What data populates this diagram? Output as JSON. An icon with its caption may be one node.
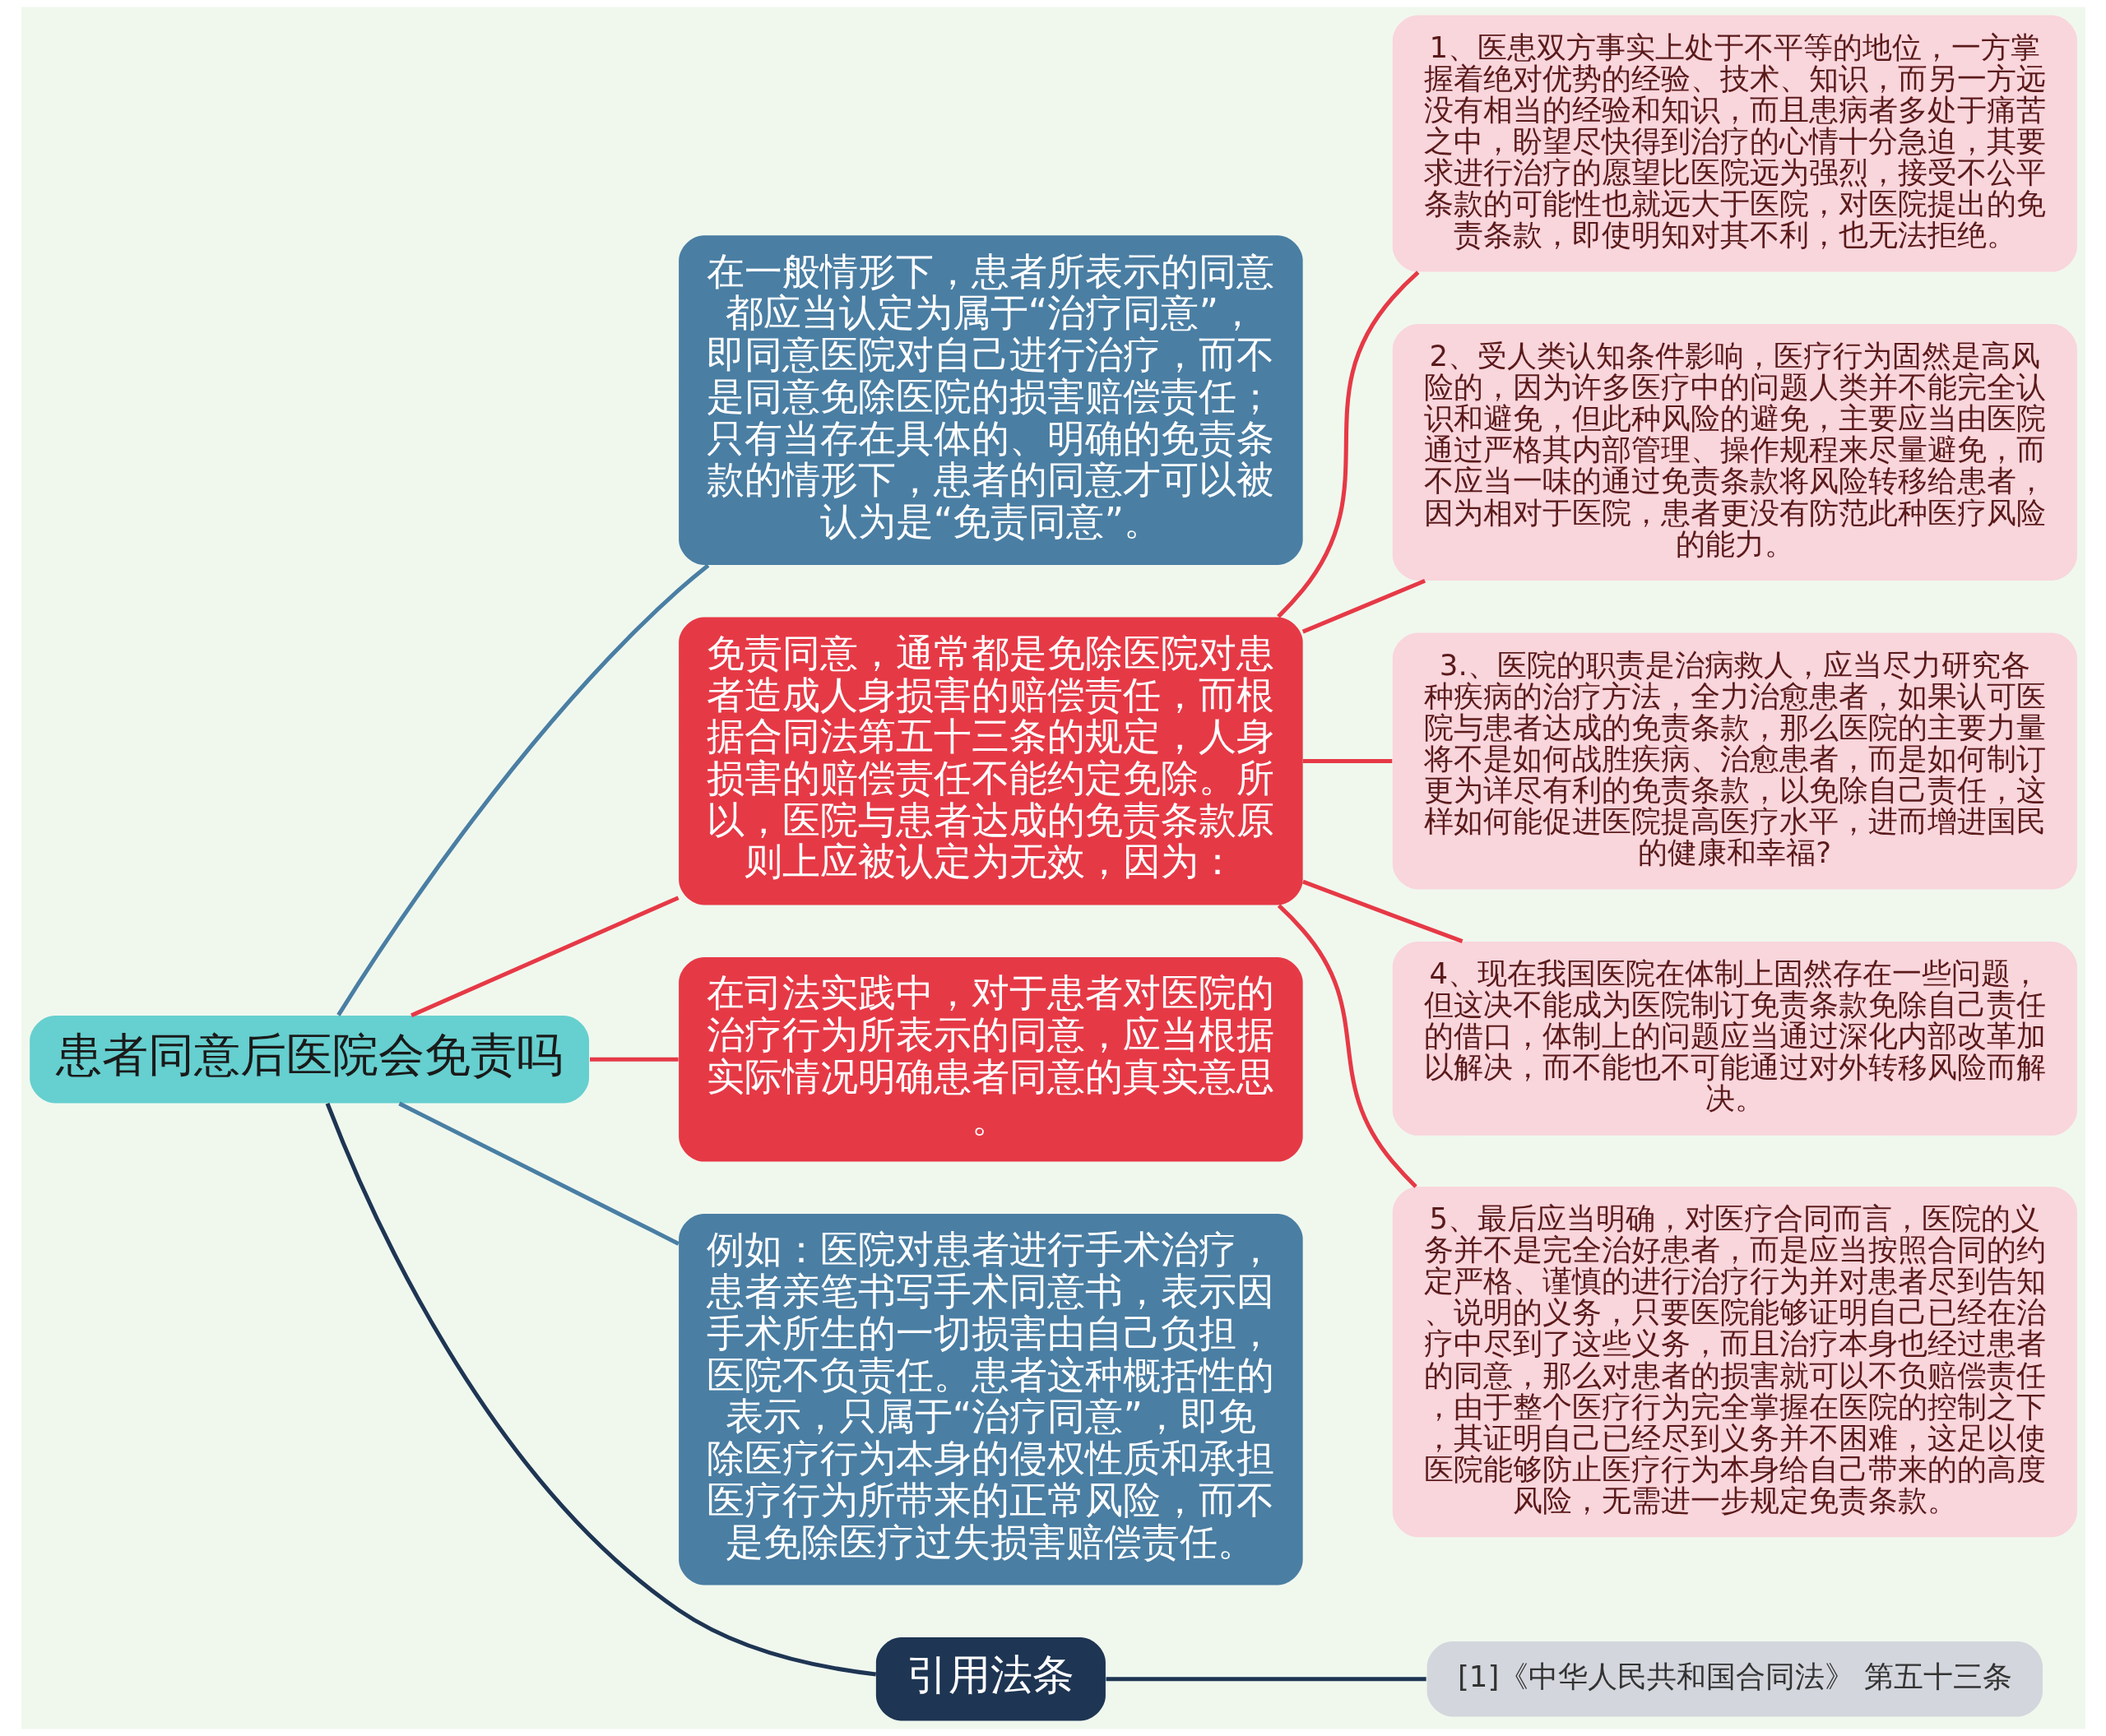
{
  "diagram": {
    "nodes": [
      {
        "text": [
          "患者同意后医院会免责吗"
        ]
      },
      {
        "text": [
          "在一般情形下，患者所表示的同意都应当认定为属于“治疗同意”，即同意医院对自己进行治疗，而不是同意免除医院的损害赔偿责任；只有当存在具体的、明确的免责条款的情形下，患者的同意才可以被认为是“免责同意”。"
        ]
      },
      {
        "text": [
          "免责同意，通常都是免除医院对患者造成人身损害的赔偿责任，而根据合同法第五十三条的规定，人身损害的赔偿责任不能约定免除。所以，医院与患者达成的免责条款原则上应被认定为无效，因为："
        ]
      },
      {
        "text": [
          "1、医患双方事实上处于不平等的地位，一方掌握着绝对优势的经验、技术、知识，而另一方远没有相当的经验和知识，而且患病者多处于痛苦之中，盼望尽快得到治疗的心情十分急迫，其要求进行治疗的愿望比医院远为强烈，接受不公平条款的可能性也就远大于医院，对医院提出的免责条款，即使明知对其不利，也无法拒绝。"
        ]
      },
      {
        "text": [
          "2、受人类认知条件影响，医疗行为固然是高风险的，因为许多医疗中的问题人类并不能完全认识和避免，但此种风险的避免，主要应当由医院通过严格其内部管理、操作规程来尽量避免，而不应当一味的通过免责条款将风险转移给患者，因为相对于医院，患者更没有防范此种医疗风险的能力。"
        ]
      },
      {
        "text": [
          "3.、医院的职责是治病救人，应当尽力研究各种疾病的治疗方法，全力治愈患者，如果认可医院与患者达成的免责条款，那么医院的主要力量将不是如何战胜疾病、治愈患者，而是如何制订更为详尽有利的免责条款，以免除自己责任，这样如何能促进医院提高医疗水平，进而增进国民的健康和幸福?"
        ]
      },
      {
        "text": [
          "4、现在我国医院在体制上固然存在一些问题，但这决不能成为医院制订免责条款免除自己责任的借口，体制上的问题应当通过深化内部改革加以解决，而不能也不可能通过对外转移风险而解决。"
        ]
      },
      {
        "text": [
          "5、最后应当明确，对医疗合同而言，医院的义务并不是完全治好患者，而是应当按照合同的约定严格、谨慎的进行治疗行为并对患者尽到告知、说明的义务，只要医院能够证明自己已经在治疗中尽到了这些义务，而且治疗本身也经过患者的同意，那么对患者的损害就可以不负赔偿责任，由于整个医疗行为完全掌握在医院的控制之下，其证明自己已经尽到义务并不困难，这足以使医院能够防止医疗行为本身给自己带来的的高度风险，无需进一步规定免责条款。"
        ]
      },
      {
        "text": [
          "在司法实践中，对于患者对医院的治疗行为所表示的同意，应当根据实际情况明确患者同意的真实意思。"
        ]
      },
      {
        "text": [
          "例如：医院对患者进行手术治疗，患者亲笔书写手术同意书，表示因手术所生的一切损害由自己负担，医院不负责任。患者这种概括性的表示，只属于“治疗同意”，即免除医疗行为本身的侵权性质和承担医疗行为所带来的正常风险，而不是免除医疗过失损害赔偿责任。"
        ]
      },
      {
        "text": [
          "引用法条"
        ]
      },
      {
        "text": [
          "[1]《中华人民共和国合同法》 第五十三条"
        ]
      }
    ],
    "edges": [
      {
        "from": 0,
        "to": 1,
        "arrow": "none",
        "color": "#4a7ea3"
      },
      {
        "from": 0,
        "to": 2,
        "arrow": "none"
      },
      {
        "from": 2,
        "to": 3,
        "arrow": "none"
      },
      {
        "from": 2,
        "to": 4,
        "arrow": "none"
      },
      {
        "from": 2,
        "to": 5,
        "arrow": "none"
      },
      {
        "from": 2,
        "to": 6,
        "arrow": "none"
      },
      {
        "from": 2,
        "to": 7,
        "arrow": "none"
      },
      {
        "from": 0,
        "to": 8,
        "arrow": "none"
      },
      {
        "from": 0,
        "to": 9,
        "arrow": "none",
        "color": "#4a7ea3"
      },
      {
        "from": 0,
        "to": 10,
        "arrow": "none",
        "color": "#1e3553"
      },
      {
        "from": 10,
        "to": 11,
        "arrow": "none",
        "color": "#1e3553"
      }
    ]
  }
}
